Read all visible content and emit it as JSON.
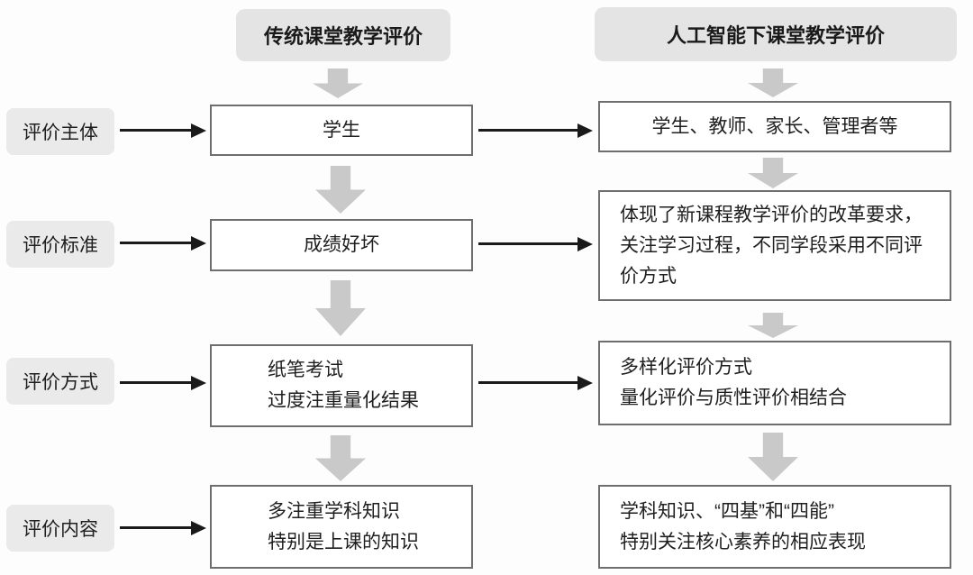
{
  "diagram": {
    "title_meaning": "Comparison of classroom teaching evaluation: traditional vs under AI",
    "headers": {
      "traditional": "传统课堂教学评价",
      "ai": "人工智能下课堂教学评价"
    },
    "rows": [
      {
        "label": "评价主体",
        "traditional_lines": [
          "学生"
        ],
        "ai_lines": [
          "学生、教师、家长、管理者等"
        ]
      },
      {
        "label": "评价标准",
        "traditional_lines": [
          "成绩好坏"
        ],
        "ai_lines": [
          "体现了新课程教学评价的改革要求，关注学习过程，不同学段采用不同评价方式"
        ]
      },
      {
        "label": "评价方式",
        "traditional_lines": [
          "纸笔考试",
          "过度注重量化结果"
        ],
        "ai_lines": [
          "多样化评价方式",
          "量化评价与质性评价相结合"
        ]
      },
      {
        "label": "评价内容",
        "traditional_lines": [
          "多注重学科知识",
          "特别是上课的知识"
        ],
        "ai_lines": [
          "学科知识、“四基”和“四能”",
          "特别关注核心素养的相应表现"
        ]
      }
    ],
    "colors": {
      "header_bg": "#e4e4e4",
      "label_bg": "#eaeaea",
      "box_border": "#6e6e6e",
      "block_arrow_gray": "#c9c9c9",
      "line_arrow_black": "#1a1a1a",
      "text": "#1f1f1f",
      "background": "#fdfdfd"
    }
  }
}
